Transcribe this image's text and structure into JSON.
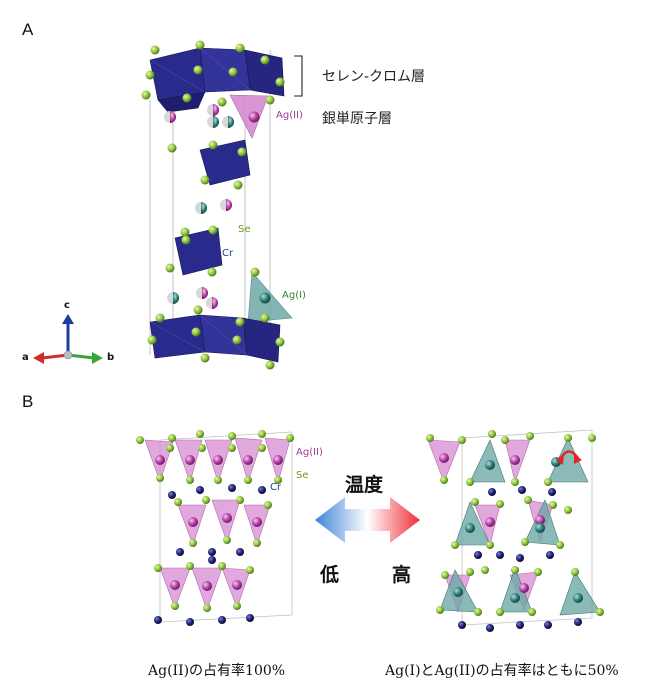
{
  "panel_a": {
    "letter": "A",
    "label_se_cr_layer": "セレン-クロム層",
    "label_ag_layer": "銀単原子層",
    "atom_label_ag2": "Ag(II)",
    "atom_label_se": "Se",
    "atom_label_cr": "Cr",
    "atom_label_ag1": "Ag(I)",
    "axis_c": "c",
    "axis_a": "a",
    "axis_b": "b"
  },
  "panel_b": {
    "letter": "B",
    "atom_label_ag2": "Ag(II)",
    "atom_label_se": "Se",
    "atom_label_cr": "Cr",
    "temperature_title": "温度",
    "low_label": "低",
    "high_label": "高",
    "caption_left": "Ag(II)の占有率100%",
    "caption_right": "Ag(I)とAg(II)の占有率はともに50%"
  },
  "colors": {
    "octahedron": "#2a2a8c",
    "selenium": "#8cc43c",
    "ag2_tetrahedron": "#d58bd0",
    "ag1_tetrahedron": "#6fa9a6",
    "cr_atom": "#1e2170",
    "arrow_cold": "#3d83d6",
    "arrow_hot": "#ee2e3a"
  }
}
